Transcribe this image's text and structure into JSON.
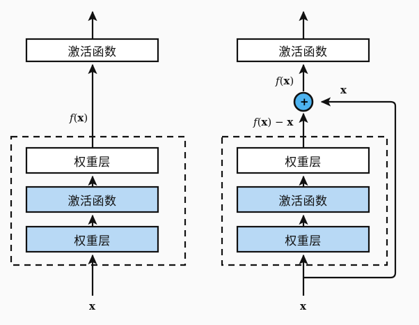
{
  "figure": {
    "background_color": "#fafafa",
    "stroke_color": "#111111",
    "box_fill_white": "#ffffff",
    "box_fill_blue": "#b8d9f5",
    "node_fill_blue": "#4db3f0"
  },
  "left_diagram": {
    "name": "plain-network-block",
    "activation_top": "激活函数",
    "weight_layer_top": "权重层",
    "activation_mid": "激活函数",
    "weight_layer_bottom": "权重层",
    "label_output": "f(x)",
    "label_input": "x"
  },
  "right_diagram": {
    "name": "residual-network-block",
    "activation_top": "激活函数",
    "weight_layer_top": "权重层",
    "activation_mid": "激活函数",
    "weight_layer_bottom": "权重层",
    "label_sum_output": "f(x)",
    "label_branch_output": "f(x) − x",
    "label_skip": "x",
    "label_input": "x",
    "add_node_symbol": "+"
  }
}
